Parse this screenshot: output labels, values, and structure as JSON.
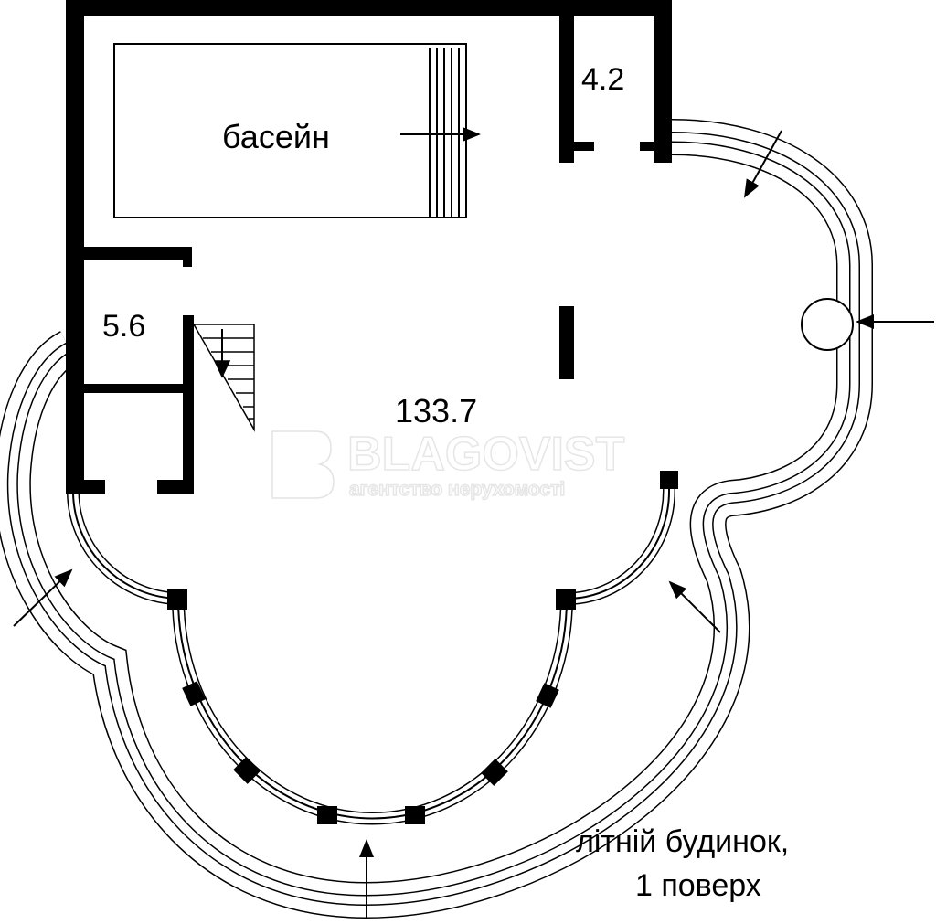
{
  "rooms": {
    "pool": "басейн",
    "room_small_top": "4.2",
    "room_stairs": "5.6",
    "main_room": "133.7"
  },
  "caption": {
    "line1": "літній будинок,",
    "line2": "1 поверх"
  },
  "watermark": {
    "brand": "BLAGOVIST",
    "tagline": "агентство нерухомості"
  },
  "colors": {
    "wall": "#000000",
    "background": "#ffffff"
  }
}
